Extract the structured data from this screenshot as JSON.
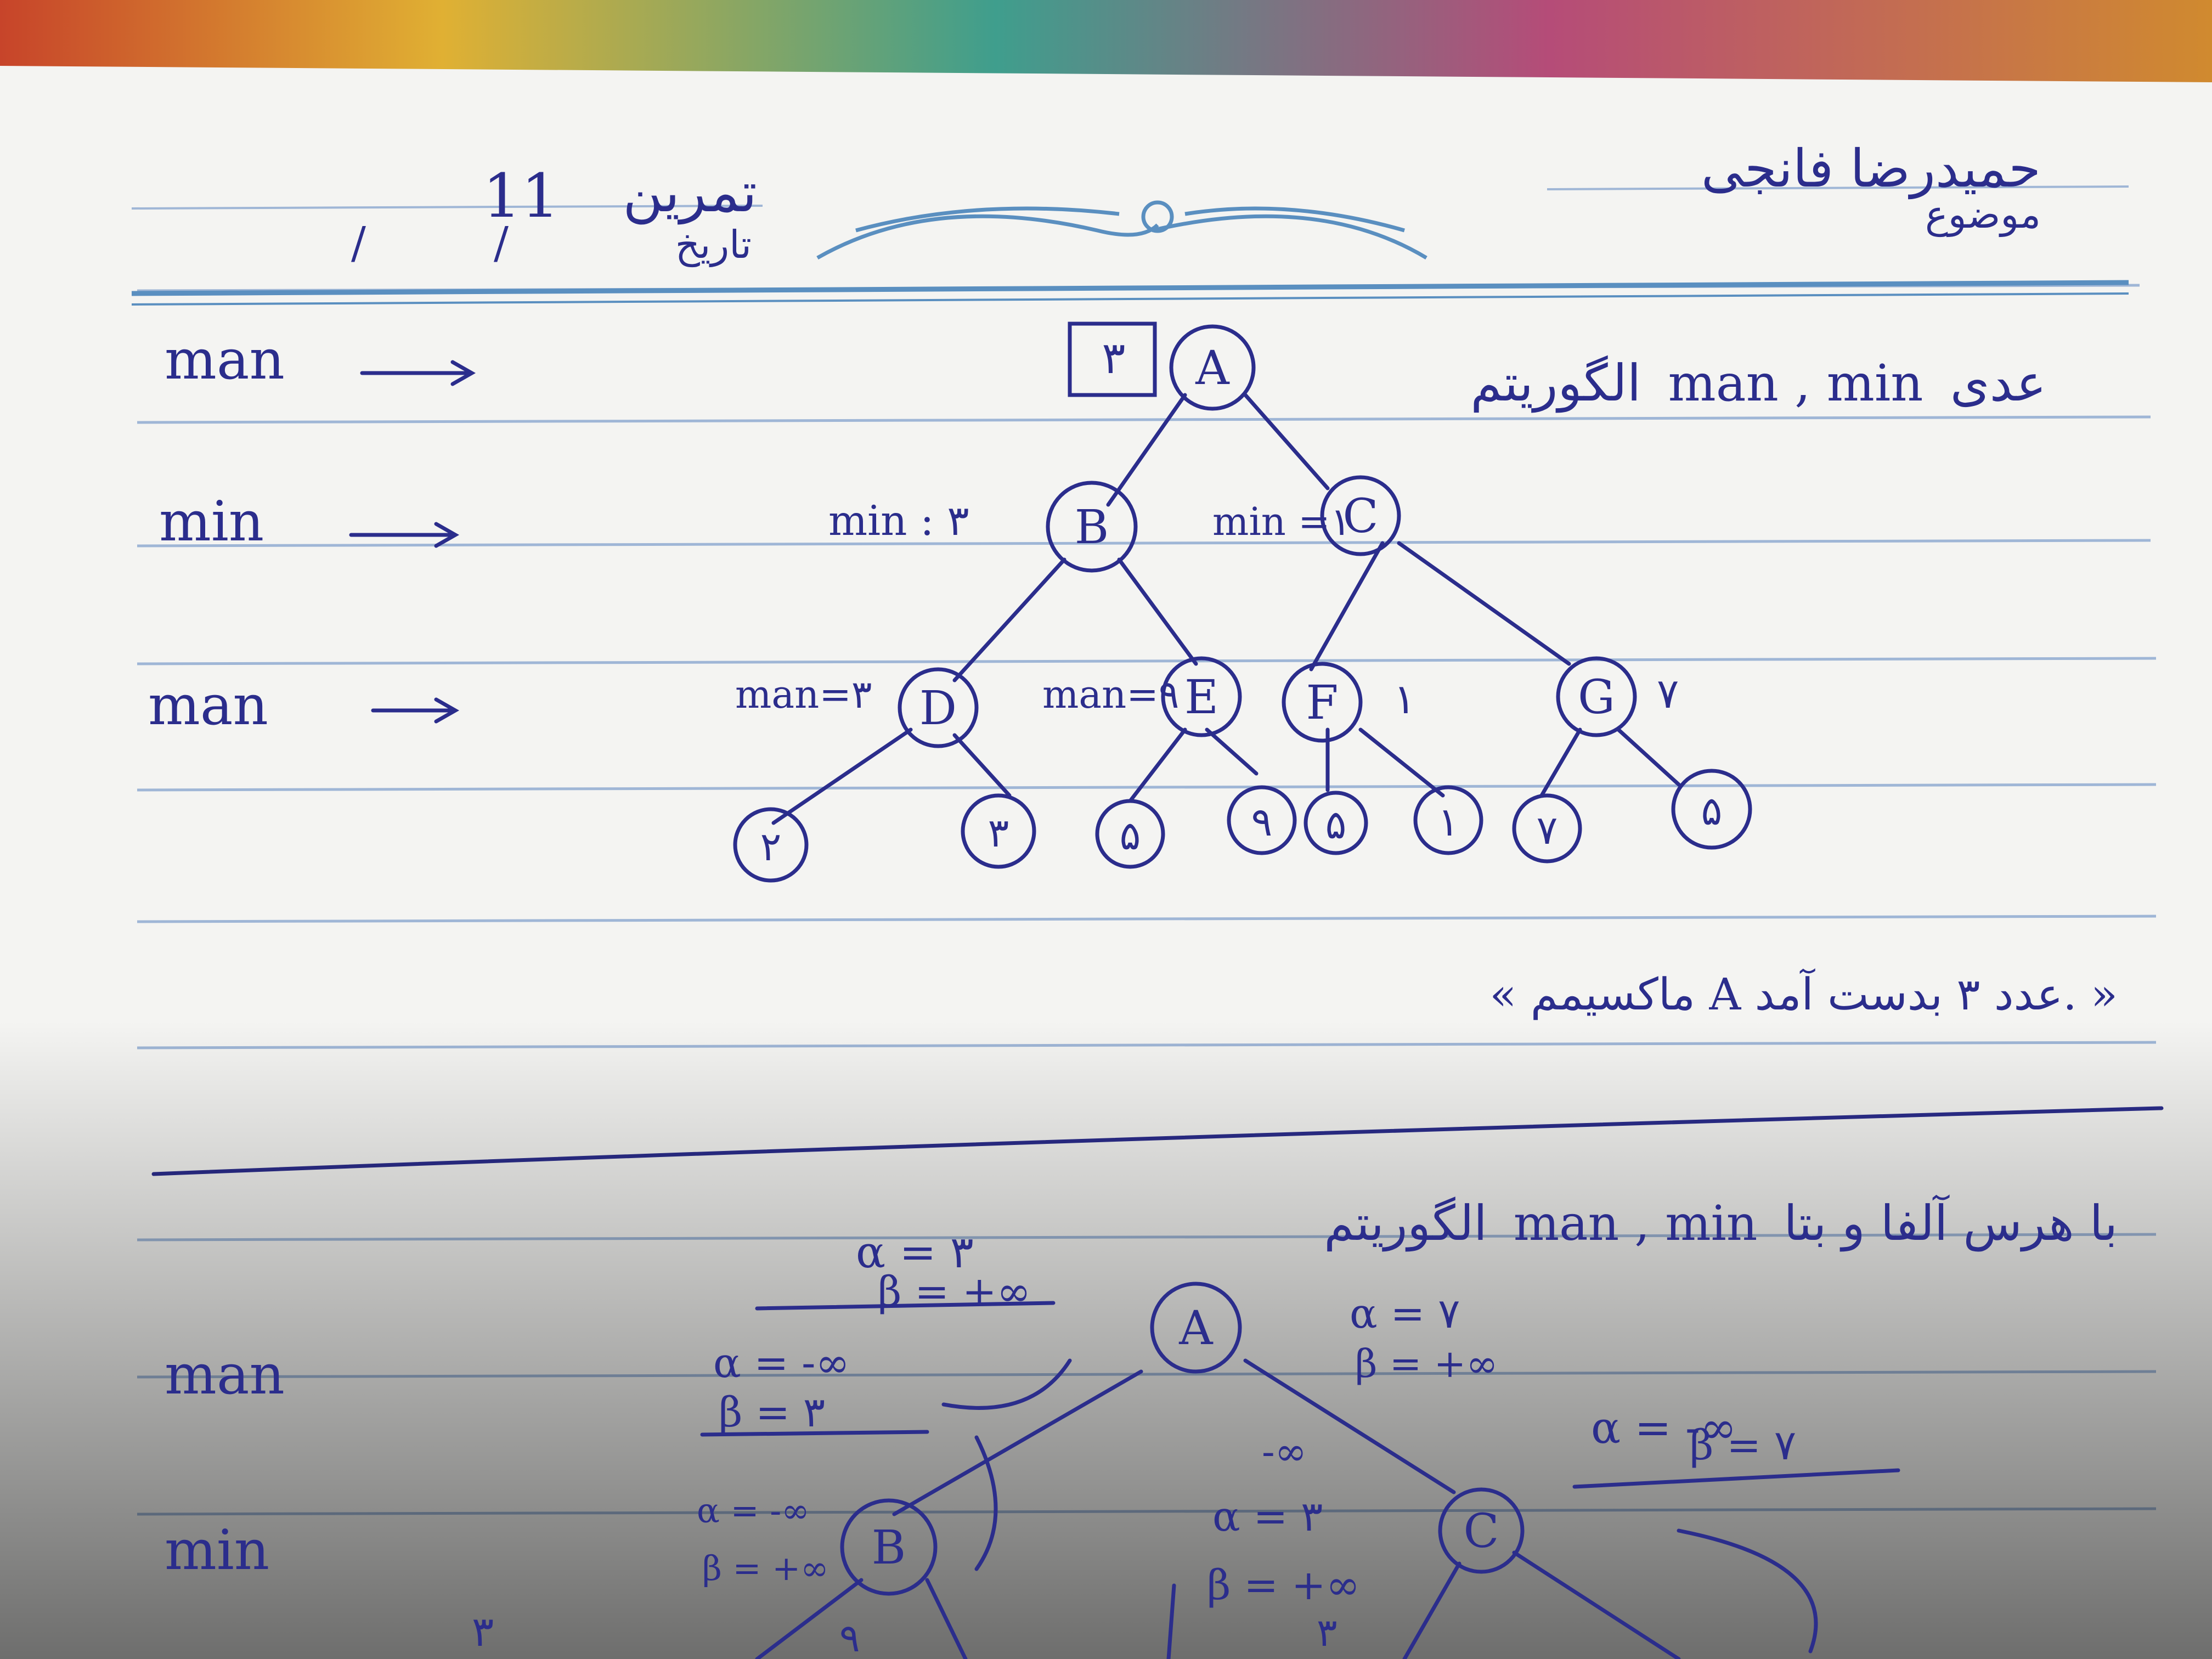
{
  "header": {
    "right_label": "موضوع",
    "right_text": "حمیدرضا فانجی",
    "left_label": "تاریخ",
    "left_text": "تمرین",
    "exercise_number": "11",
    "date_marks": [
      "/",
      "/"
    ]
  },
  "section1": {
    "title_fa": "الگوریتم",
    "title_terms": "man , min",
    "title_suffix": "عدی",
    "root_value": "۳",
    "level_labels": [
      "man",
      "min",
      "man"
    ],
    "nodes": {
      "A": "A",
      "B": "B",
      "C": "C",
      "D": "D",
      "E": "E",
      "F": "F",
      "G": "G"
    },
    "annotations": {
      "B": "min : ۳",
      "C": "min =۱",
      "D": "man=۳",
      "E": "man=۹",
      "F": "۱",
      "G": "۷"
    },
    "leaves": [
      "۲",
      "۳",
      "۵",
      "۹",
      "۵",
      "۱",
      "۷",
      "۵"
    ],
    "conclusion": "« ماکسیمم A عدد ۳ بدست آمد. »"
  },
  "section2": {
    "title_fa": "الگوریتم",
    "title_terms": "man , min",
    "title_suffix": "با هرس آلفا و بتا",
    "level_labels": [
      "man",
      "min"
    ],
    "nodes": {
      "A": "A",
      "B": "B",
      "C": "C"
    },
    "notes": {
      "top_alpha": "α = ۳",
      "top_beta": "β = +∞",
      "a_left_alpha": "α = -∞",
      "a_left_beta": "β = ۳",
      "a_right_alpha": "α = ۷",
      "a_right_beta": "β = +∞",
      "b_alpha": "α = -∞",
      "b_beta": "β = +∞",
      "c_left_top": "-∞",
      "c_left_alpha": "α = ۳",
      "c_left_beta": "β = +∞",
      "c_right_alpha": "α = -∞",
      "c_right_beta": "β = ۷",
      "bottom_marks": [
        "۳",
        "۹",
        "۳"
      ]
    }
  },
  "colors": {
    "ink": "#2b2d8c",
    "paper": "#f4f4f2",
    "rule": "#9fb6d6",
    "header_ornament": "#5a8fc0",
    "shadow": "#1d1c20"
  }
}
